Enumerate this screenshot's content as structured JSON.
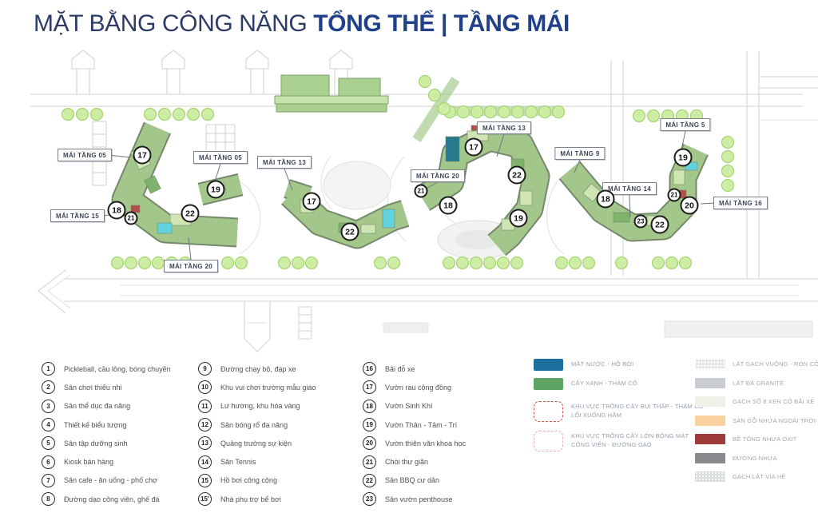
{
  "title": {
    "regular": "MẶT BẰNG CÔNG NĂNG ",
    "bold": "TỔNG THỂ | TẦNG MÁI"
  },
  "plan": {
    "labels": [
      {
        "text": "MÁI TẦNG 05"
      },
      {
        "text": "MÁI TẦNG 05"
      },
      {
        "text": "MÁI TẦNG 15"
      },
      {
        "text": "MÁI TẦNG 20"
      },
      {
        "text": "MÁI TẦNG 13"
      },
      {
        "text": "MÁI TẦNG 13"
      },
      {
        "text": "MÁI TẦNG 20"
      },
      {
        "text": "MÁI TẦNG 9"
      },
      {
        "text": "MÁI TẦNG 14"
      },
      {
        "text": "MÁI TẦNG 5"
      },
      {
        "text": "MÁI TẦNG 16"
      }
    ],
    "markers": [
      {
        "num": "17"
      },
      {
        "num": "19"
      },
      {
        "num": "18"
      },
      {
        "num": "21"
      },
      {
        "num": "22"
      },
      {
        "num": "17"
      },
      {
        "num": "22"
      },
      {
        "num": "17"
      },
      {
        "num": "22"
      },
      {
        "num": "21"
      },
      {
        "num": "18"
      },
      {
        "num": "19"
      },
      {
        "num": "19"
      },
      {
        "num": "18"
      },
      {
        "num": "21"
      },
      {
        "num": "20"
      },
      {
        "num": "23"
      },
      {
        "num": "22"
      }
    ]
  },
  "legend": {
    "items": [
      {
        "num": "1",
        "label": "Pickleball, cầu lông, bóng chuyền"
      },
      {
        "num": "2",
        "label": "Sân chơi thiếu nhi"
      },
      {
        "num": "3",
        "label": "Sân thể dục đa năng"
      },
      {
        "num": "4",
        "label": "Thiết kế biểu tượng"
      },
      {
        "num": "5",
        "label": "Sân tập dưỡng sinh"
      },
      {
        "num": "6",
        "label": "Kiosk bán hàng"
      },
      {
        "num": "7",
        "label": "Sân cafe - ăn uống - phố chợ"
      },
      {
        "num": "8",
        "label": "Đường dạo công viên, ghế đá"
      },
      {
        "num": "9",
        "label": "Đường chạy bộ, đạp xe"
      },
      {
        "num": "10",
        "label": "Khu vui chơi trường mẫu giáo"
      },
      {
        "num": "11",
        "label": "Lư hương, khu hóa vàng"
      },
      {
        "num": "12",
        "label": "Sân bóng rổ đa năng"
      },
      {
        "num": "13",
        "label": "Quảng trường sự kiện"
      },
      {
        "num": "14",
        "label": "Sân Tennis"
      },
      {
        "num": "15",
        "label": "Hồ bơi công cộng"
      },
      {
        "num": "15'",
        "label": "Nhà phụ trợ bể bơi"
      },
      {
        "num": "16",
        "label": "Bãi đỗ xe"
      },
      {
        "num": "17",
        "label": "Vườn rau cộng đồng"
      },
      {
        "num": "18",
        "label": "Vườn Sinh Khí"
      },
      {
        "num": "19",
        "label": "Vườn Thân - Tâm - Trí"
      },
      {
        "num": "20",
        "label": "Vườn thiên văn khoa học"
      },
      {
        "num": "21",
        "label": "Chòi thư giãn"
      },
      {
        "num": "22",
        "label": "Sân BBQ cư dân"
      },
      {
        "num": "23",
        "label": "Sân vườn penthouse"
      }
    ],
    "swatches": [
      {
        "label": "MẶT NƯỚC - HỒ BƠI",
        "color": "#1d6f9e"
      },
      {
        "label": "CÂY XANH - THẢM CỎ",
        "color": "#5fa463"
      },
      {
        "line1": "KHU VỰC TRỒNG CÂY BỤI THẤP - THẢM CỎ",
        "line2": "LỐI XUỐNG HẦM",
        "color": "#c65a50"
      },
      {
        "line1": "KHU VỰC TRỒNG CÂY LỚN BÓNG MÁT",
        "line2": "CÔNG VIÊN - ĐƯỜNG DẠO",
        "color": "#e8a7c6"
      }
    ],
    "materials": [
      {
        "label": "LÁT GẠCH VUÔNG - RON CỎ",
        "color": "#dfe3de"
      },
      {
        "label": "LÁT ĐÁ GRANITE",
        "color": "#c9cdd2"
      },
      {
        "label": "GẠCH SỐ 8 XEN CỎ BÃI XE",
        "color": "#eef2e9"
      },
      {
        "label": "SÀN GỖ NHỰA NGOÀI TRỜI",
        "color": "#f9d2a0"
      },
      {
        "label": "BÊ TÔNG NHỰA OXIT",
        "color": "#9e3b38"
      },
      {
        "label": "ĐƯỜNG NHỰA",
        "color": "#87898c"
      },
      {
        "label": "GẠCH LÁT VỈA HÈ",
        "color": "#dcdfe0"
      }
    ]
  }
}
